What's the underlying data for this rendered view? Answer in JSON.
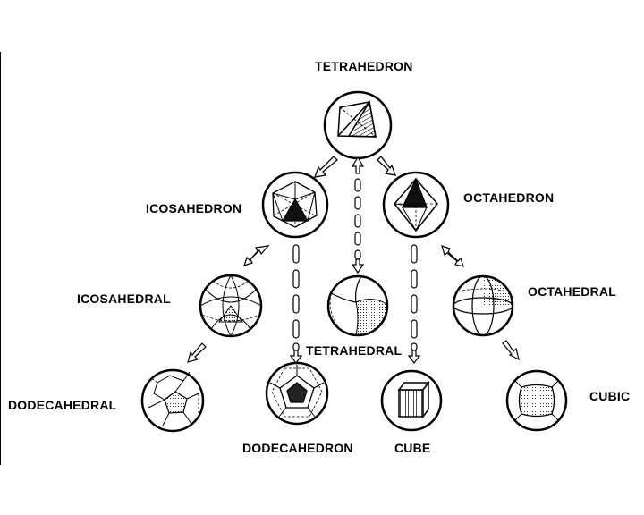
{
  "labels": {
    "tetrahedron": "TETRAHEDRON",
    "icosahedron": "ICOSAHEDRON",
    "octahedron": "OCTAHEDRON",
    "icosahedral": "ICOSAHEDRAL",
    "tetrahedral": "TETRAHEDRAL",
    "octahedral": "OCTAHEDRAL",
    "dodecahedral": "DODECAHEDRAL",
    "dodecahedron": "DODECAHEDRON",
    "cube": "CUBE",
    "cubic": "CUBIC"
  },
  "nodes": [
    {
      "id": "tetrahedron",
      "shape": "tetrahedron-in-circle"
    },
    {
      "id": "icosahedron",
      "shape": "icosahedron-in-circle"
    },
    {
      "id": "octahedron",
      "shape": "octahedron-in-circle"
    },
    {
      "id": "icosahedral",
      "shape": "icosahedral-sphere"
    },
    {
      "id": "tetrahedral",
      "shape": "tetrahedral-sphere"
    },
    {
      "id": "octahedral",
      "shape": "octahedral-sphere"
    },
    {
      "id": "dodecahedral",
      "shape": "dodecahedral-sphere"
    },
    {
      "id": "dodecahedron",
      "shape": "dodecahedron-in-circle"
    },
    {
      "id": "cube",
      "shape": "cube-in-circle"
    },
    {
      "id": "cubic",
      "shape": "cubic-sphere"
    }
  ],
  "edges": [
    {
      "from": "tetrahedron",
      "to": "icosahedron",
      "style": "solid-arrow"
    },
    {
      "from": "tetrahedron",
      "to": "octahedron",
      "style": "solid-arrow"
    },
    {
      "from": "tetrahedral",
      "to": "tetrahedron",
      "style": "dashed-arrow"
    },
    {
      "from": "icosahedron",
      "to": "icosahedral",
      "style": "double-arrow"
    },
    {
      "from": "octahedron",
      "to": "octahedral",
      "style": "double-arrow"
    },
    {
      "from": "icosahedron",
      "to": "dodecahedron",
      "style": "dashed-arrow"
    },
    {
      "from": "octahedron",
      "to": "cube",
      "style": "dashed-arrow"
    },
    {
      "from": "icosahedral",
      "to": "dodecahedral",
      "style": "solid-arrow"
    },
    {
      "from": "octahedral",
      "to": "cubic",
      "style": "solid-arrow"
    }
  ]
}
